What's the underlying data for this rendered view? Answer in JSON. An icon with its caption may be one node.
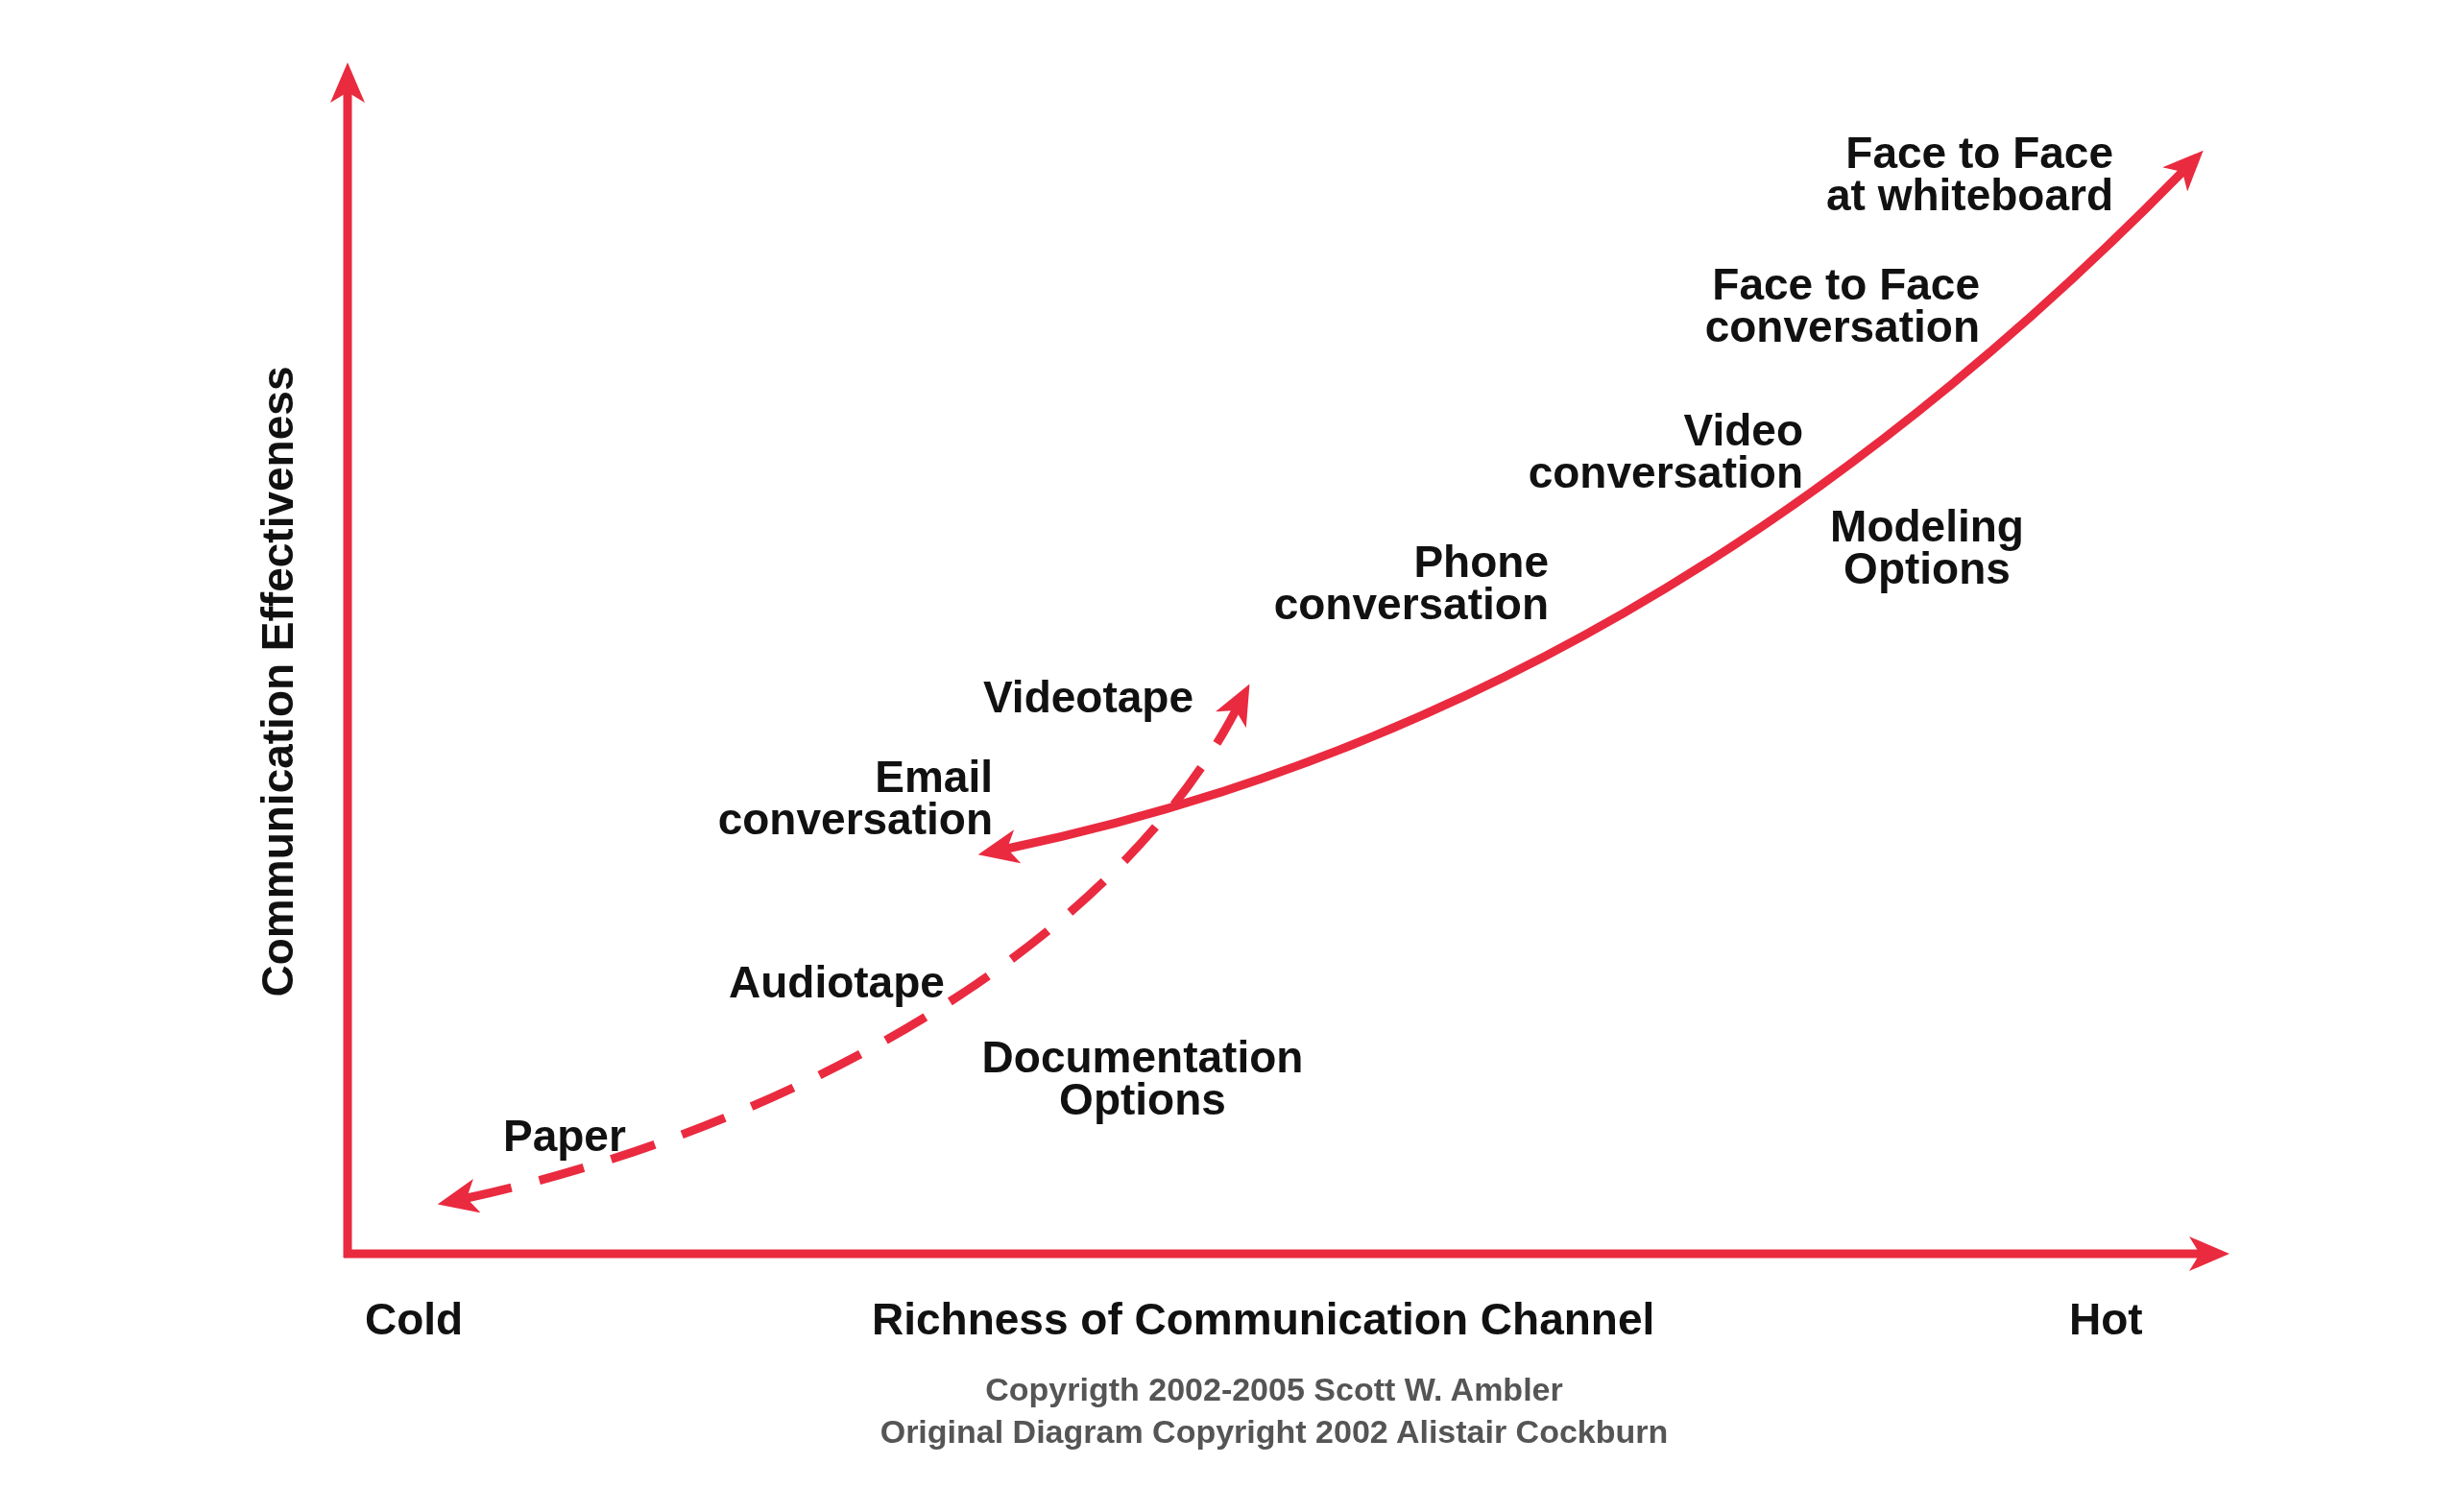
{
  "diagram": {
    "labels": [
      "Communication Effectiveness",
      "Face to Face at whiteboard",
      "Face to Face conversation",
      "Video conversation",
      "Modeling Options",
      "Phone conversation",
      "Videotape",
      "Email conversation",
      "Audiotape",
      "Documentation Options",
      "Paper",
      "Cold",
      "Richness of Communication Channel",
      "Hot",
      "Copyrigth 2002-2005 Scott W. Ambler",
      "Original Diagram Copyright 2002 Alistair Cockburn"
    ]
  }
}
